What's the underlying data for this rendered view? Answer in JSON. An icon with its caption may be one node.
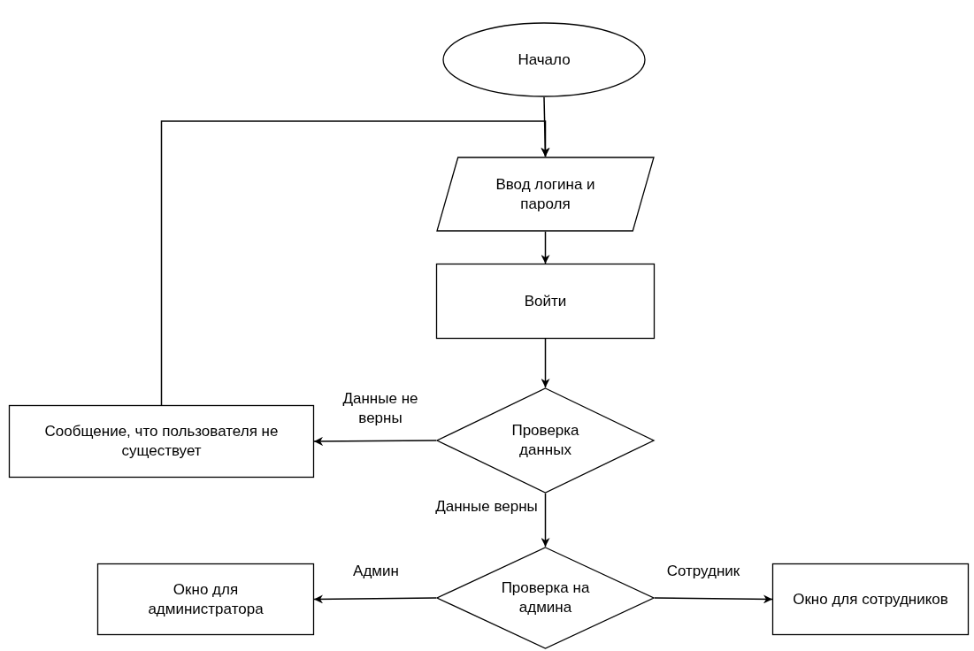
{
  "diagram": {
    "nodes": [
      {
        "text": [
          "Начало"
        ]
      },
      {
        "text": [
          "Ввод логина и пароля"
        ]
      },
      {
        "text": [
          "Войти"
        ]
      },
      {
        "text": [
          "Проверка данных"
        ]
      },
      {
        "text": [
          "Сообщение, что пользователя не существует"
        ]
      },
      {
        "text": [
          "Проверка на админа"
        ]
      },
      {
        "text": [
          "Окно для администратора"
        ]
      },
      {
        "text": [
          "Окно для сотрудников"
        ]
      }
    ],
    "edges": [
      {
        "from": 0,
        "to": 1,
        "arrow": "to"
      },
      {
        "from": 1,
        "to": 2,
        "arrow": "to"
      },
      {
        "from": 2,
        "to": 3,
        "arrow": "to"
      },
      {
        "from": 3,
        "to": 4,
        "arrow": "to",
        "label": "Данные не верны"
      },
      {
        "from": 3,
        "to": 5,
        "arrow": "to",
        "label": "Данные верны"
      },
      {
        "from": 5,
        "to": 6,
        "arrow": "to",
        "label": "Админ"
      },
      {
        "from": 5,
        "to": 7,
        "arrow": "to",
        "label": "Сотрудник"
      },
      {
        "from": 4,
        "to": 1,
        "arrow": "to"
      }
    ]
  }
}
